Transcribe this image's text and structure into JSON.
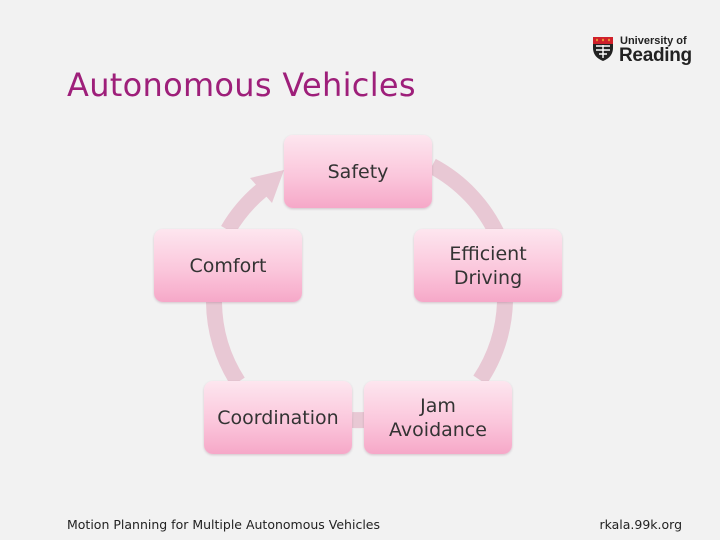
{
  "slide": {
    "title": "Autonomous Vehicles",
    "footer_left": "Motion Planning for Multiple Autonomous Vehicles",
    "footer_right": "rkala.99k.org"
  },
  "logo": {
    "line1": "University of",
    "line2": "Reading",
    "icon": "university-crest-icon"
  },
  "cycle": {
    "nodes": [
      {
        "label": "Safety"
      },
      {
        "label": "Efficient\nDriving"
      },
      {
        "label": "Jam\nAvoidance"
      },
      {
        "label": "Coordination"
      },
      {
        "label": "Comfort"
      }
    ]
  },
  "colors": {
    "title": "#9e1f7a",
    "node_top": "#fde6ef",
    "node_bottom": "#f6a8c8",
    "arrow": "#e8c8d4",
    "background": "#f2f2f2"
  }
}
